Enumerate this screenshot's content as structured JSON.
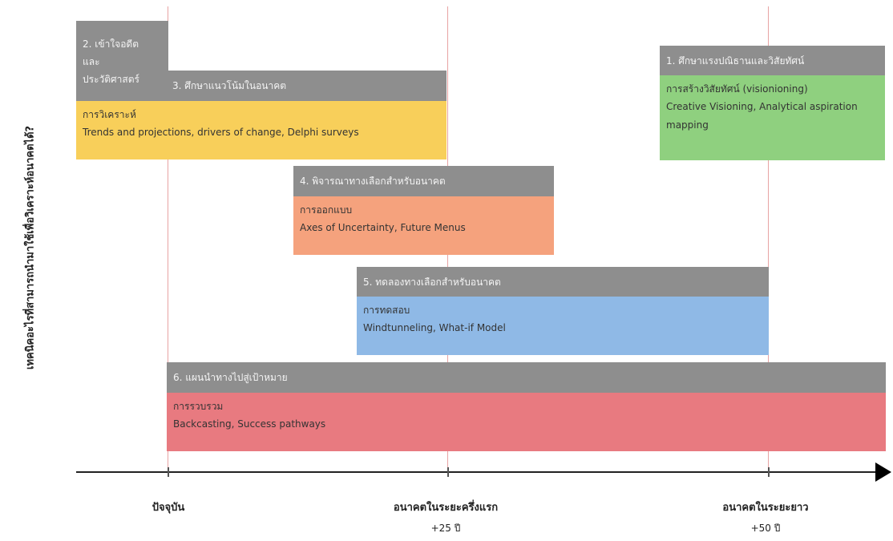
{
  "y_axis_label": "เทคนิคอะไรที่สามารถนำมาใช้เพื่อวิเคราะห์อนาคตได้?",
  "x_axis": {
    "labels": [
      "ปัจจุบัน",
      "อนาคตในระยะครึ่งแรก",
      "อนาคตในระยะยาว"
    ],
    "sublabels": [
      "",
      "+25 ปี",
      "+50 ปี"
    ]
  },
  "steps": [
    {
      "title_lines": [
        "2. เข้าใจอดีต",
        "และ",
        "ประวัติศาสตร์"
      ]
    },
    {
      "title": "3. ศึกษาแนวโน้มในอนาคต",
      "body_title": "การวิเคราะห์",
      "body_text": "Trends and projections, drivers of change, Delphi surveys",
      "color": "#f8cf5a"
    },
    {
      "title": "1. ศึกษาแรงปณิธานและวิสัยทัศน์",
      "body_title": "การสร้างวิสัยทัศน์ (visionioning)",
      "body_lines": [
        "Creative Visioning, Analytical aspiration",
        "mapping"
      ],
      "color": "#8fd07f"
    },
    {
      "title": "4. พิจารณาทางเลือกสำหรับอนาคต",
      "body_title": "การออกแบบ",
      "body_text": "Axes of Uncertainty, Future Menus",
      "color": "#f5a27d"
    },
    {
      "title": "5. ทดลองทางเลือกสำหรับอนาคต",
      "body_title": "การทดสอบ",
      "body_text": "Windtunneling, What-if Model",
      "color": "#8fb9e6"
    },
    {
      "title": "6. แผนนำทางไปสู่เป้าหมาย",
      "body_title": "การรวบรวม",
      "body_text": "Backcasting, Success pathways",
      "color": "#e87a80"
    }
  ],
  "colors": {
    "header_gray": "#8e8e8e",
    "guide_line": "#e8a3a3",
    "axis": "#222222"
  }
}
